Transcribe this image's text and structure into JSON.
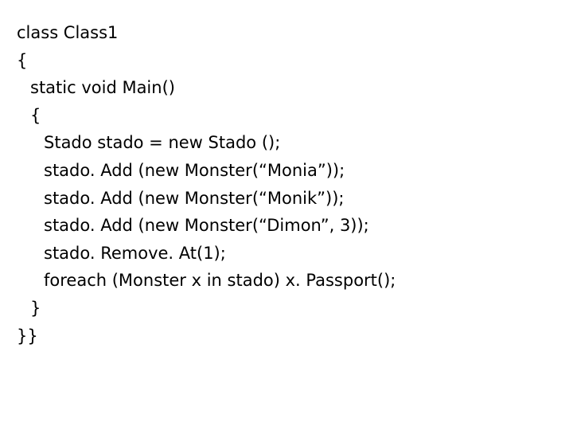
{
  "code": {
    "lines": [
      "class Class1",
      "{",
      "static void Main()",
      "{",
      "Stado stado = new Stado ();",
      "stado. Add (new Monster(“Monia”));",
      "stado. Add (new Monster(“Monik”));",
      "stado. Add (new Monster(“Dimon”, 3));",
      "stado. Remove. At(1);",
      "foreach (Monster x in stado) x. Passport();",
      "}",
      "}}"
    ]
  }
}
